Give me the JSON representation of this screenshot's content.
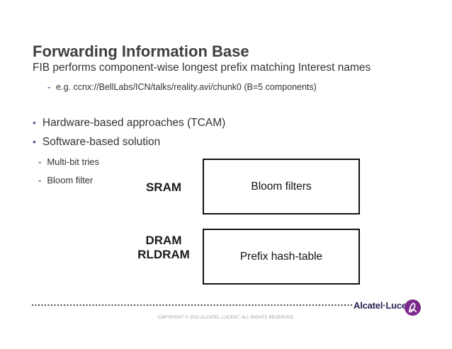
{
  "slide_title": "Forwarding Information Base",
  "intro_text": "FIB performs component-wise longest prefix matching Interest names",
  "intro_example": "e.g. ccnx://BellLabs/ICN/talks/reality.avi/chunk0 (B=5 components)",
  "markers": {
    "bullet": "•",
    "dash": "-"
  },
  "bullets": [
    "Hardware-based approaches (TCAM)",
    "Software-based solution"
  ],
  "sub_bullets": [
    "Multi-bit tries",
    "Bloom filter"
  ],
  "diagram": {
    "sram_label": "SRAM",
    "sram_box_label": "Bloom filters",
    "dram_label_line1": "DRAM",
    "dram_label_line2": "RLDRAM",
    "dram_box_label": "Prefix hash-table"
  },
  "footer": {
    "brand_text": "Alcatel·Lucent",
    "copyright": "COPYRIGHT © 2011 ALCATEL-LUCENT.  ALL RIGHTS RESERVED."
  },
  "colors": {
    "accent_purple": "#7152a0",
    "logo_purple": "#7b2b8b",
    "title_gray": "#3f3f3f",
    "body_text": "#333333",
    "box_border": "#111111",
    "brand_navy": "#2b2255"
  }
}
